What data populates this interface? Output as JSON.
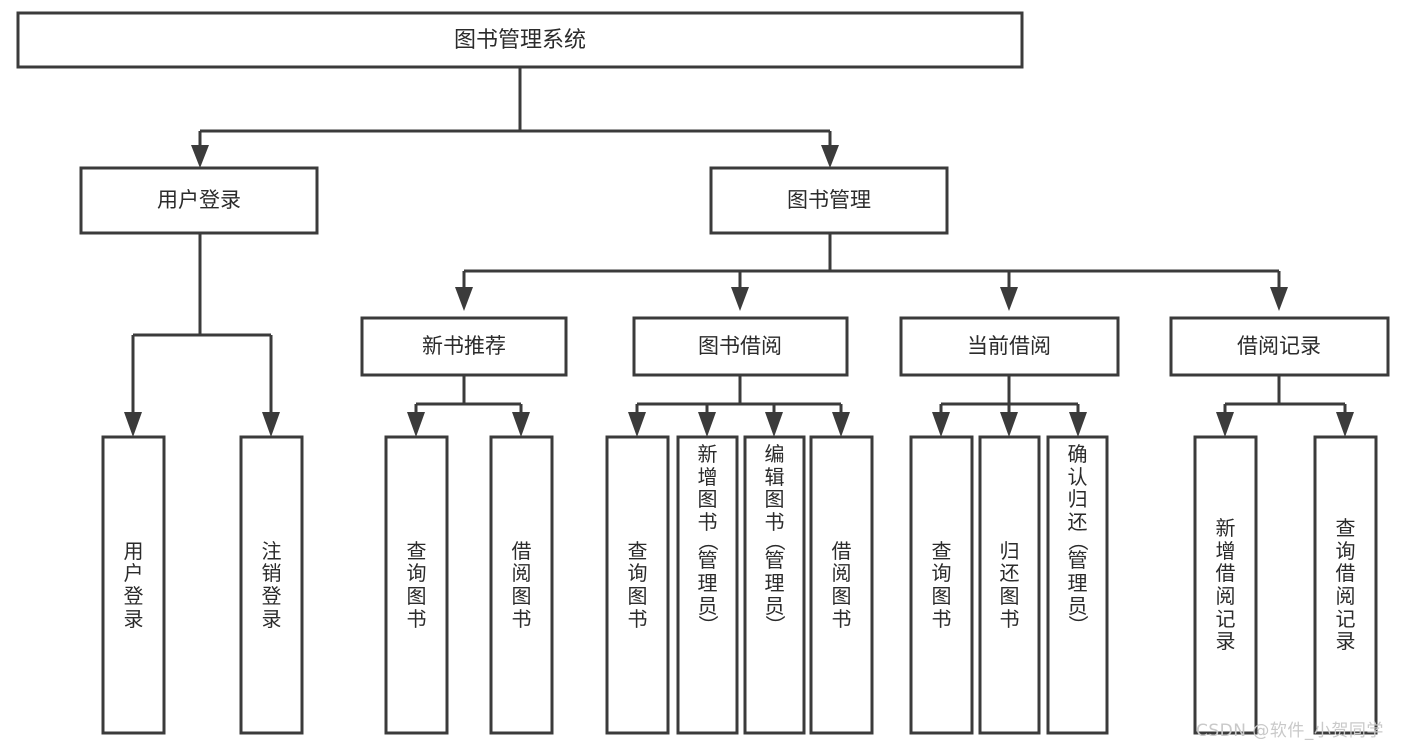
{
  "diagram": {
    "title": "图书管理系统",
    "type": "tree-hierarchy",
    "background_color": "#ffffff",
    "line_color": "#3b3b3b",
    "text_color": "#2b2b2b"
  },
  "root": {
    "label": "图书管理系统"
  },
  "level2": [
    {
      "id": "user-login",
      "label": "用户登录"
    },
    {
      "id": "book-management",
      "label": "图书管理"
    }
  ],
  "level3": [
    {
      "id": "new-book-recommend",
      "label": "新书推荐",
      "parent": "book-management"
    },
    {
      "id": "book-borrow",
      "label": "图书借阅",
      "parent": "book-management"
    },
    {
      "id": "current-borrow",
      "label": "当前借阅",
      "parent": "book-management"
    },
    {
      "id": "borrow-record",
      "label": "借阅记录",
      "parent": "book-management"
    }
  ],
  "leaves": {
    "user_login": [
      {
        "id": "leaf-user-login",
        "label": "用户登录"
      },
      {
        "id": "leaf-logout-login",
        "label": "注销登录"
      }
    ],
    "new_book_recommend": [
      {
        "id": "leaf-query-book-1",
        "label": "查询图书"
      },
      {
        "id": "leaf-borrow-book-1",
        "label": "借阅图书"
      }
    ],
    "book_borrow": [
      {
        "id": "leaf-query-book-2",
        "label": "查询图书"
      },
      {
        "id": "leaf-add-book-admin",
        "label": "新增图书（管理员）"
      },
      {
        "id": "leaf-edit-book-admin",
        "label": "编辑图书（管理员）"
      },
      {
        "id": "leaf-borrow-book-2",
        "label": "借阅图书"
      }
    ],
    "current_borrow": [
      {
        "id": "leaf-query-book-3",
        "label": "查询图书"
      },
      {
        "id": "leaf-return-book",
        "label": "归还图书"
      },
      {
        "id": "leaf-confirm-return-admin",
        "label": "确认归还（管理员）"
      }
    ],
    "borrow_record": [
      {
        "id": "leaf-add-borrow-record",
        "label": "新增借阅记录"
      },
      {
        "id": "leaf-query-borrow-record",
        "label": "查询借阅记录"
      }
    ]
  },
  "watermark": {
    "text": "CSDN @软件_小贺同学"
  }
}
